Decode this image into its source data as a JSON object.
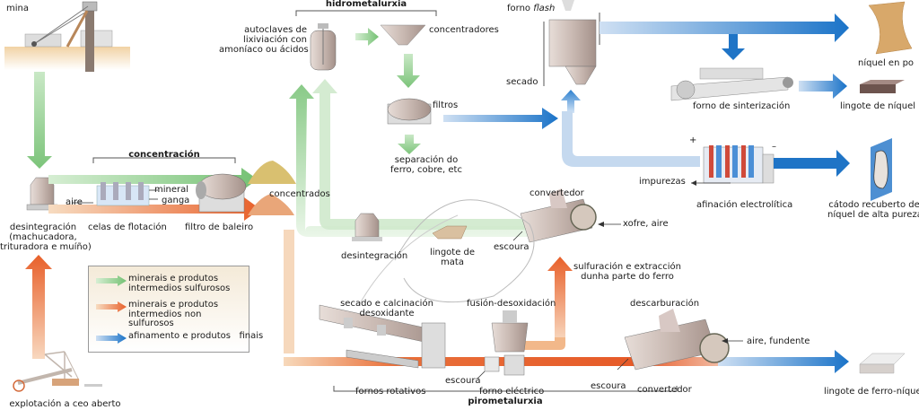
{
  "title": "Metalurxia do níquel",
  "colors": {
    "sulfide_arrow": "#7ac47a",
    "non_sulfide_arrow": "#e8602a",
    "final_arrow": "#1a73c8",
    "sulfide_light": "#d9efd6",
    "non_sulfide_light": "#f6dcc0",
    "final_light": "#c7dcf1"
  },
  "sections": {
    "hydro": "hidrometalurxia",
    "concentration": "concentración",
    "pyro": "pirometalurxia"
  },
  "nodes": {
    "mina": "mina",
    "open_pit": "explotación a ceo aberto",
    "disintegration_main": [
      "desintegración",
      "(machucadora,",
      "trituradora e muíño)"
    ],
    "flotation": "celas de flotación",
    "air": "aire",
    "mineral": "mineral",
    "gangue": "ganga",
    "drum_filter": "filtro de baleiro",
    "concentrates": "concentrados",
    "autoclaves": [
      "autoclaves de",
      "lixiviación con",
      "amoníaco ou ácidos"
    ],
    "concentrators": "concentradores",
    "filters": "filtros",
    "separation": [
      "separación do",
      "ferro, cobre, etc"
    ],
    "flash_furnace_prefix": "forno ",
    "flash_furnace_em": "flash",
    "drying": "secado",
    "sinter_furnace": "forno de sinterización",
    "nickel_powder": "níquel en po",
    "nickel_ingot": "lingote de níquel",
    "plus": "+",
    "minus": "–",
    "impurities": "impurezas",
    "electrolytic": "afinación electrolítica",
    "cathode": [
      "cátodo recuberto de",
      "níquel de alta pureza"
    ],
    "converter_top": "convertedor",
    "sulfur_air": "xofre, aire",
    "slag_1": "escoura",
    "disintegration_2": "desintegración",
    "matte_ingot": [
      "lingote de",
      "mata"
    ],
    "sulfuration": [
      "sulfuración e extracción",
      "dunha parte do ferro"
    ],
    "drying_calcination": [
      "secado e calcinación",
      "desoxidante"
    ],
    "smelting": "fusión-desoxidación",
    "rotary_kilns": "fornos rotativos",
    "slag_2": "escoura",
    "electric_furnace": "forno eléctrico",
    "decarburization": "descarburación",
    "air_flux": "aire, fundente",
    "slag_3": "escoura",
    "converter_bottom": "convertedor",
    "ferronickel": "lingote de ferro-níquel"
  },
  "legend": [
    {
      "type": "sulfide",
      "lines": [
        "minerais e produtos",
        "intermedios sulfurosos"
      ]
    },
    {
      "type": "non_sulfide",
      "lines": [
        "minerais e produtos",
        "intermedios non sulfurosos"
      ]
    },
    {
      "type": "final",
      "lines": [
        "afinamento e produtos   finais"
      ]
    }
  ]
}
